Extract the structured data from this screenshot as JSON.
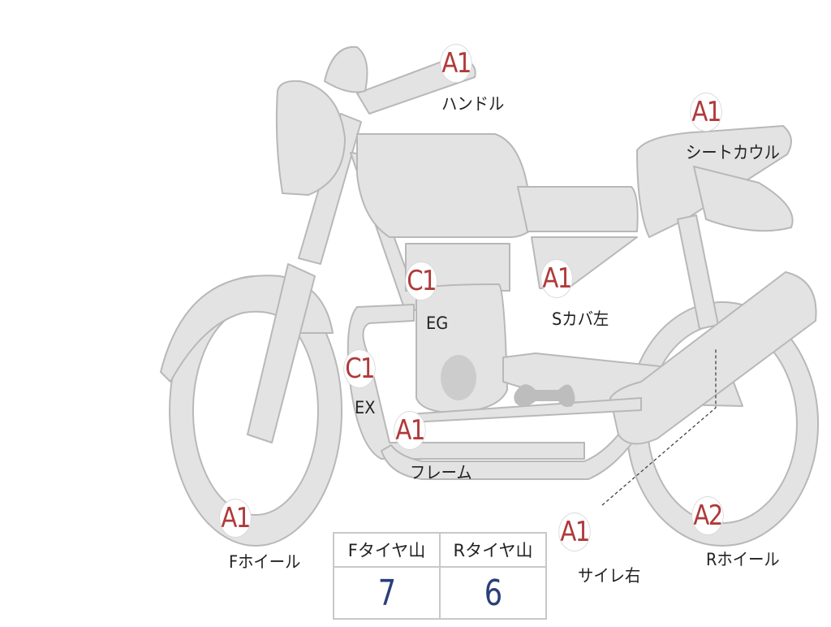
{
  "colors": {
    "body_fill": "#e3e3e3",
    "body_stroke": "#b8b8b8",
    "grade_text": "#b03a3a",
    "tire_value": "#2a3f7a"
  },
  "parts": [
    {
      "id": "handle",
      "grade": "A1",
      "label": "ハンドル"
    },
    {
      "id": "seat-cowl",
      "grade": "A1",
      "label": "シートカウル"
    },
    {
      "id": "engine",
      "grade": "C1",
      "label": "EG"
    },
    {
      "id": "side-cover-left",
      "grade": "A1",
      "label": "Sカバ左"
    },
    {
      "id": "exhaust",
      "grade": "C1",
      "label": "EX"
    },
    {
      "id": "frame",
      "grade": "A1",
      "label": "フレーム"
    },
    {
      "id": "front-wheel",
      "grade": "A1",
      "label": "Fホイール"
    },
    {
      "id": "muffler-right",
      "grade": "A1",
      "label": "サイレ右"
    },
    {
      "id": "rear-wheel",
      "grade": "A2",
      "label": "Rホイール"
    }
  ],
  "tire_tread": {
    "front_header": "Fタイヤ山",
    "rear_header": "Rタイヤ山",
    "front_value": "7",
    "rear_value": "6"
  }
}
